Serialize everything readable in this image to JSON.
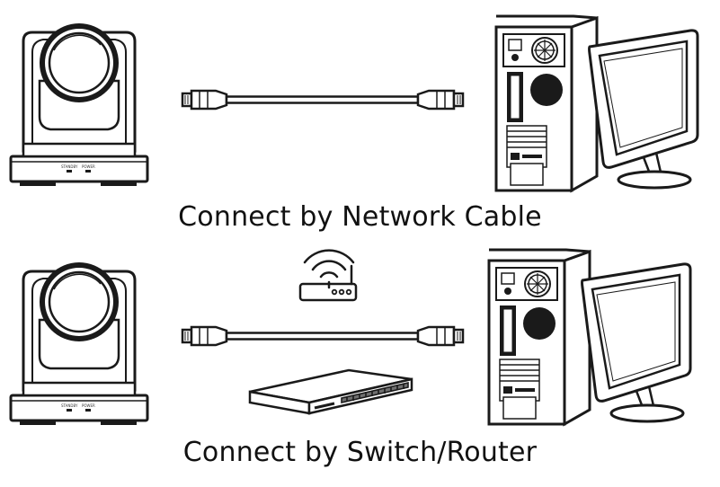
{
  "captions": {
    "network_cable": "Connect by Network Cable",
    "switch_router": "Connect by Switch/Router"
  },
  "camera": {
    "standby_label": "STANDBY",
    "power_label": "POWER"
  },
  "colors": {
    "line": "#1a1a1a",
    "body_fill": "#ffffff",
    "dark_fill": "#1a1a1a",
    "mid_fill": "#6f6f6f"
  },
  "icons": [
    "ptz-camera-icon",
    "ethernet-cable-icon",
    "desktop-computer-icon",
    "wifi-router-icon",
    "network-switch-icon"
  ]
}
